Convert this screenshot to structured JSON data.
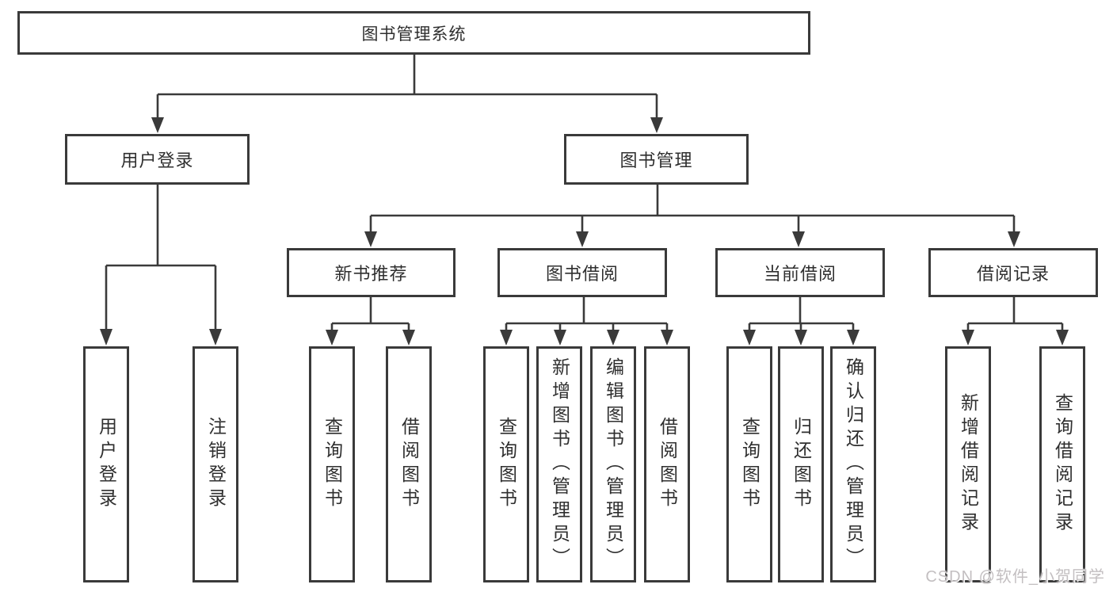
{
  "title": "图书管理系统",
  "watermark": "CSDN @软件_小贺同学",
  "colors": {
    "line": "#3a3a3a",
    "text": "#2f2f2f",
    "background": "#ffffff",
    "watermark": "#c3bfc1"
  },
  "tree": {
    "root": {
      "label": "图书管理系统",
      "children": [
        {
          "label": "用户登录",
          "children": [
            {
              "label": "用户登录"
            },
            {
              "label": "注销登录"
            }
          ]
        },
        {
          "label": "图书管理",
          "children": [
            {
              "label": "新书推荐",
              "children": [
                {
                  "label": "查询图书"
                },
                {
                  "label": "借阅图书"
                }
              ]
            },
            {
              "label": "图书借阅",
              "children": [
                {
                  "label": "查询图书"
                },
                {
                  "label": "新增图书（管理员）"
                },
                {
                  "label": "编辑图书（管理员）"
                },
                {
                  "label": "借阅图书"
                }
              ]
            },
            {
              "label": "当前借阅",
              "children": [
                {
                  "label": "查询图书"
                },
                {
                  "label": "归还图书"
                },
                {
                  "label": "确认归还（管理员）"
                }
              ]
            },
            {
              "label": "借阅记录",
              "children": [
                {
                  "label": "新增借阅记录"
                },
                {
                  "label": "查询借阅记录"
                }
              ]
            }
          ]
        }
      ]
    }
  }
}
